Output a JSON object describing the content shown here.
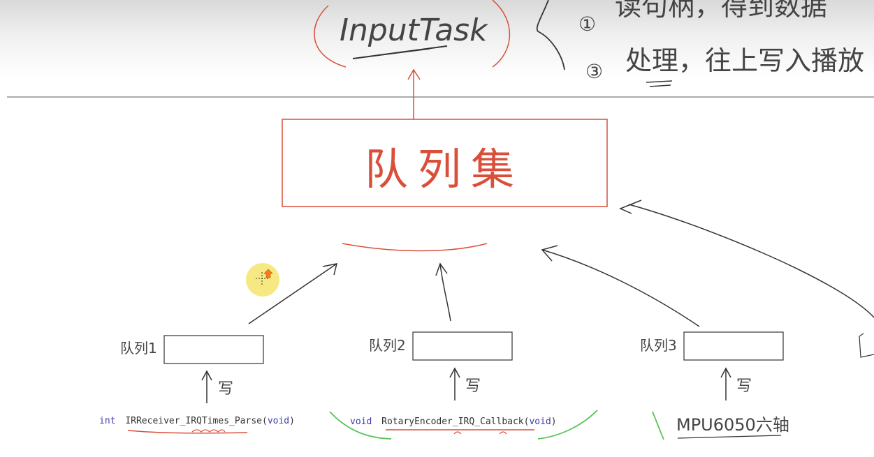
{
  "top_task_label": "InputTask",
  "notes": {
    "item1_marker": "①",
    "item1_text": "读句柄，得到数据",
    "item2_marker": "③",
    "item2_text": "处理，往上写入播放"
  },
  "queue_set": {
    "label": "队列集"
  },
  "queues": [
    {
      "label": "队列1",
      "write_label": "写"
    },
    {
      "label": "队列2",
      "write_label": "写"
    },
    {
      "label": "队列3",
      "write_label": "写"
    }
  ],
  "sources": {
    "ir": {
      "return_type": "int",
      "name": "IRReceiver_IRQTimes_Parse",
      "param": "void"
    },
    "encoder": {
      "return_type": "void",
      "name": "RotaryEncoder_IRQ_Callback",
      "param": "void"
    },
    "mpu": {
      "text": "MPU6050六轴"
    }
  },
  "colors": {
    "red_ink": "#d94f3a",
    "black_ink": "#333333",
    "green_ink": "#58c458",
    "pointer_yellow": "#f3e25a",
    "pointer_orange": "#ff7a1a"
  }
}
